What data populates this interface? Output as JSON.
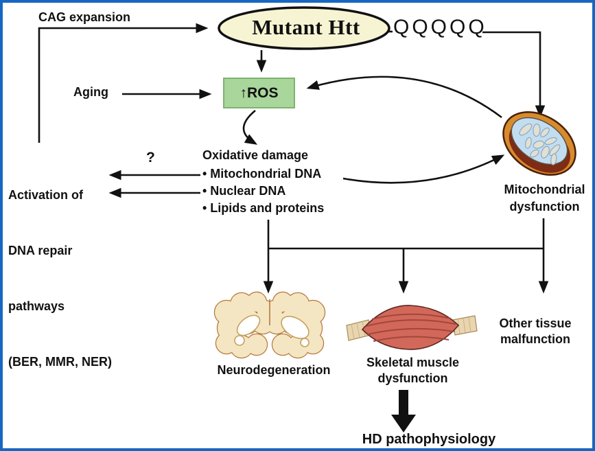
{
  "figure_title": "HD pathophysiology pathway diagram",
  "colors": {
    "frame_blue": "#1767c1",
    "background": "#ffffff",
    "ros_green_fill": "#a8d69b",
    "ros_green_border": "#7fb26f",
    "htt_ellipse_fill": "#f7f4d4",
    "arrow_black": "#111111",
    "mito_outer_orange": "#d88b2d",
    "mito_dark_band": "#7e2c14",
    "mito_inner_blue": "#c3ddf0",
    "brain_cream": "#f4e6c2",
    "brain_outline": "#b5773b",
    "muscle_red": "#d2685a",
    "tendon_cream": "#e9d6b0"
  },
  "nodes": {
    "cag_expansion": "CAG expansion",
    "mutant_htt": "Mutant Htt",
    "polyq": "QQQQQ",
    "aging": "Aging",
    "ros": "↑ROS",
    "oxidative": {
      "title": "Oxidative damage",
      "items": [
        "• Mitochondrial DNA",
        "• Nuclear DNA",
        "• Lipids and proteins"
      ]
    },
    "dna_repair": {
      "lines": [
        "Activation of",
        "DNA repair",
        "pathways",
        "(BER, MMR, NER)"
      ]
    },
    "question_mark": "?",
    "mito_dysfunction": {
      "line1": "Mitochondrial",
      "line2": "dysfunction"
    },
    "neurodegeneration": "Neurodegeneration",
    "skeletal_muscle": {
      "line1": "Skeletal muscle",
      "line2": "dysfunction"
    },
    "other_tissue": {
      "line1": "Other tissue",
      "line2": "malfunction"
    },
    "hd_pathophysiology": "HD pathophysiology"
  }
}
